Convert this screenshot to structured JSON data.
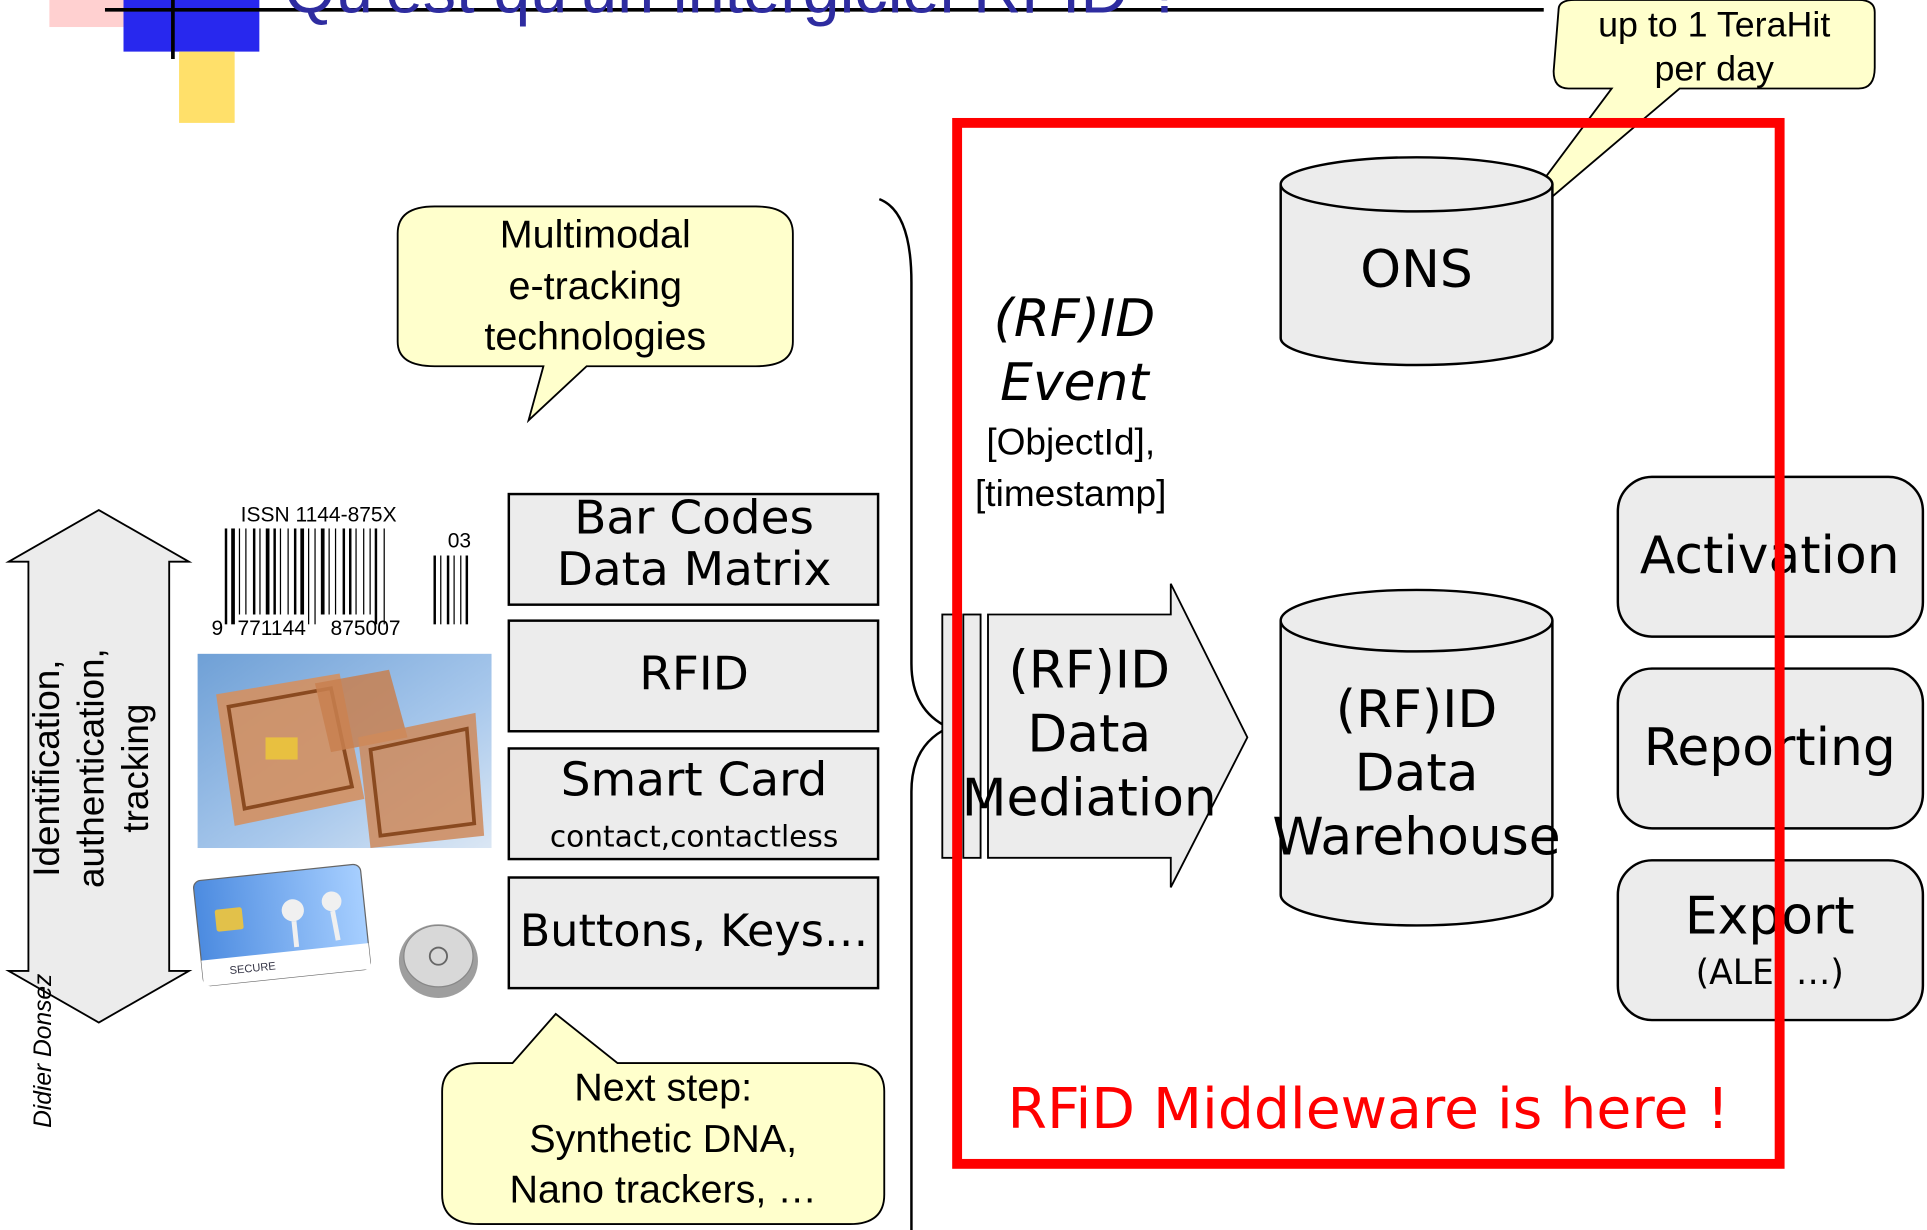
{
  "slide": {
    "title": "Qu'est qu'un intergiciel RFID ?"
  },
  "callouts": {
    "terahit": [
      "up to 1 TeraHit",
      "per day"
    ],
    "multimodal": [
      "Multimodal",
      "e-tracking",
      "technologies"
    ],
    "next_step": [
      "Next step:",
      "Synthetic DNA,",
      "Nano trackers, …"
    ]
  },
  "left_arrow": {
    "lines": [
      "Identification,",
      "authentication,",
      "tracking"
    ]
  },
  "author": "Didier Donsez",
  "barcode": {
    "issn": "ISSN 1144-875X",
    "lead_digit": "9",
    "group1": "771144",
    "group2": "875007",
    "addon": "03"
  },
  "smartcard_image": {
    "label": "SECURE"
  },
  "technologies": [
    {
      "line1": "Bar Codes",
      "line2": "Data Matrix"
    },
    {
      "line1": "RFID"
    },
    {
      "line1": "Smart Card",
      "line2": "contact,contactless"
    },
    {
      "line1": "Buttons, Keys…"
    }
  ],
  "event": {
    "lines": [
      "(RF)ID",
      "Event"
    ],
    "fields": [
      "[ObjectId],",
      "[timestamp]"
    ]
  },
  "mediation": {
    "lines": [
      "(RF)ID",
      "Data",
      "Mediation"
    ]
  },
  "ons": {
    "label": "ONS"
  },
  "warehouse": {
    "lines": [
      "(RF)ID",
      "Data",
      "Warehouse"
    ]
  },
  "services": [
    {
      "label": "Activation"
    },
    {
      "label": "Reporting"
    },
    {
      "label": "Export",
      "sub": "(ALE, …)"
    }
  ],
  "middleware_label": "RFiD Middleware is here !",
  "colors": {
    "title": "#2e2ca0",
    "highlight_frame": "#ff0000",
    "callout_fill": "#ffffcc",
    "box_fill": "#ececec",
    "deco_blue": "#2828ee",
    "deco_yellow": "#ffe06a",
    "deco_pink": "#ff8080"
  }
}
